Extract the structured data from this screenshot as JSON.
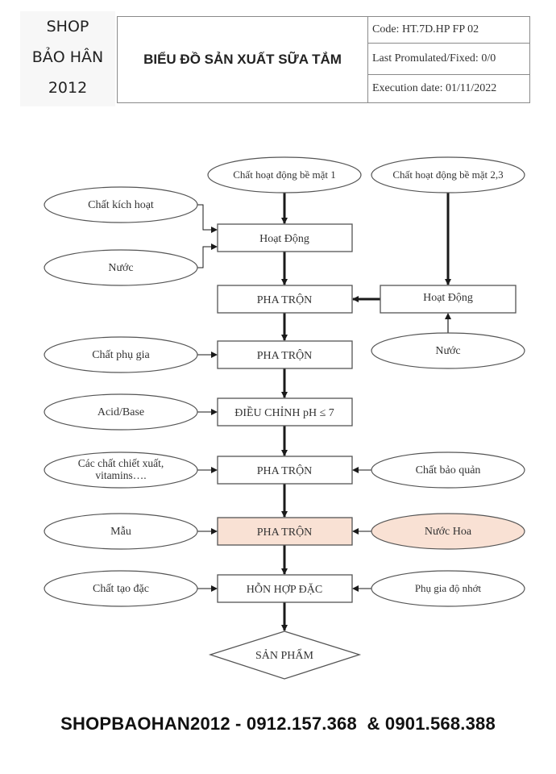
{
  "header": {
    "shop_lines": [
      "SHOP",
      "BẢO HÂN",
      "2012"
    ],
    "title": "BIỂU ĐỒ SẢN XUẤT SỮA TẮM",
    "code": "Code: HT.7D.HP FP 02",
    "last_promulgated": "Last Promulated/Fixed: 0/0",
    "execution_date": "Execution date: 01/11/2022"
  },
  "colors": {
    "line": "#1a1a1a",
    "box_border": "#555555",
    "highlight_fill": "#f9e1d4"
  },
  "flow": {
    "main_steps": [
      {
        "id": "step1",
        "label": "Hoạt Động"
      },
      {
        "id": "step2",
        "label": "PHA TRỘN"
      },
      {
        "id": "step3",
        "label": "PHA TRỘN"
      },
      {
        "id": "step4",
        "label": "ĐIỀU CHỈNH pH ≤ 7"
      },
      {
        "id": "step5",
        "label": "PHA TRỘN"
      },
      {
        "id": "step6",
        "label": "PHA TRỘN",
        "highlighted": true
      },
      {
        "id": "step7",
        "label": "HỖN HỢP ĐẶC"
      }
    ],
    "product": "SẢN PHẨM",
    "inputs": {
      "top": "Chất hoạt động bề mặt 1",
      "top_right": "Chất hoạt động bề mặt 2,3",
      "activator": "Chất kích hoạt",
      "water_left": "Nước",
      "right_process": "Hoạt Động",
      "water_right": "Nước",
      "additive": "Chất phụ gia",
      "acid_base": "Acid/Base",
      "extracts_line1": "Các chất chiết xuất,",
      "extracts_line2": "vitamins….",
      "preservative": "Chất bảo quản",
      "color": "Mẫu",
      "perfume": "Nước Hoa",
      "thickener": "Chất tạo đặc",
      "viscosity": "Phụ gia độ nhớt"
    }
  },
  "footer": {
    "contact": "SHOPBAOHAN2012 - 0912.157.368  & 0901.568.388"
  }
}
